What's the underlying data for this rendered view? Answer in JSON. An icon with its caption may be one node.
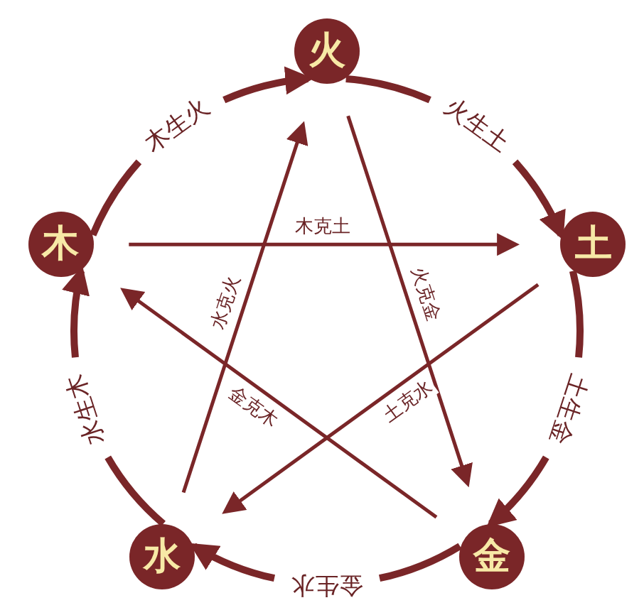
{
  "diagram": {
    "nodes": [
      {
        "text": [
          "火"
        ]
      },
      {
        "text": [
          "木"
        ]
      },
      {
        "text": [
          "土"
        ]
      },
      {
        "text": [
          "水"
        ]
      },
      {
        "text": [
          "金"
        ]
      }
    ],
    "edges": [
      {
        "from": 1,
        "to": 0,
        "arrow": "to",
        "label": "木生火",
        "style": "thick"
      },
      {
        "from": 0,
        "to": 2,
        "arrow": "to",
        "label": "火生土",
        "style": "thick"
      },
      {
        "from": 2,
        "to": 4,
        "arrow": "to",
        "label": "土生金",
        "style": "thick"
      },
      {
        "from": 4,
        "to": 3,
        "arrow": "to",
        "label": "金生水",
        "style": "thick"
      },
      {
        "from": 3,
        "to": 1,
        "arrow": "to",
        "label": "水生木",
        "style": "thick"
      },
      {
        "from": 1,
        "to": 2,
        "arrow": "to",
        "label": "木克土"
      },
      {
        "from": 0,
        "to": 4,
        "arrow": "to",
        "label": "火克金"
      },
      {
        "from": 2,
        "to": 3,
        "arrow": "to",
        "label": "土克水"
      },
      {
        "from": 4,
        "to": 1,
        "arrow": "to",
        "label": "金克木"
      },
      {
        "from": 3,
        "to": 0,
        "arrow": "to",
        "label": "水克火"
      }
    ]
  }
}
